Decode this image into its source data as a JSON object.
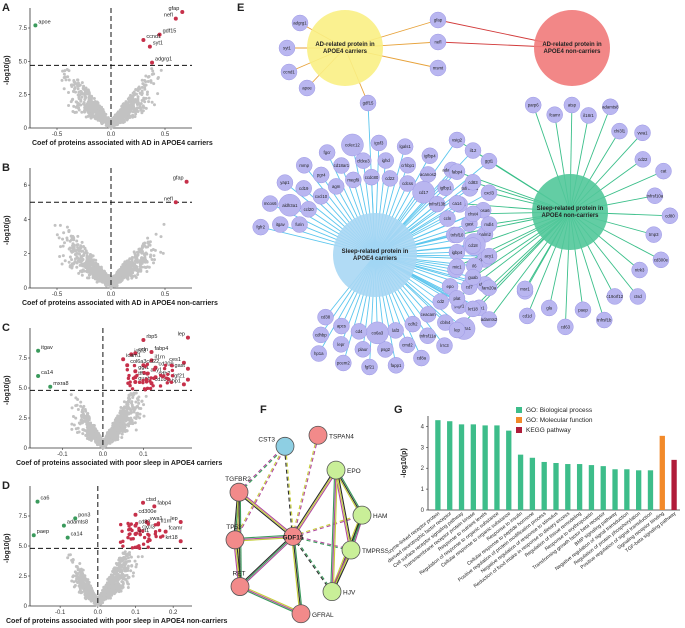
{
  "panels": {
    "A": {
      "label": "A",
      "xlabel": "Coef of proteins associated with AD in APOE4 carriers",
      "ylabel": "-log10(p)",
      "xticks": [
        "-0.5",
        "0.0",
        "0.5"
      ],
      "yticks": [
        "0",
        "2.5",
        "5.0",
        "7.5"
      ]
    },
    "B": {
      "label": "B",
      "xlabel": "Coef of proteins associated with AD in APOE4 non-carriers",
      "ylabel": "-log10(p)",
      "xticks": [
        "-0.5",
        "0.0",
        "0.5"
      ],
      "yticks": [
        "0",
        "2",
        "4",
        "6"
      ]
    },
    "C": {
      "label": "C",
      "xlabel": "Coef of proteins associated with poor sleep in APOE4 carriers",
      "ylabel": "-log10(p)",
      "xticks": [
        "-0.1",
        "0.0",
        "0.1"
      ],
      "yticks": [
        "0",
        "2.5",
        "5.0",
        "7.5"
      ]
    },
    "D": {
      "label": "D",
      "xlabel": "Coef of proteins associated with poor sleep in APOE4 non-carriers",
      "ylabel": "-log10(p)",
      "xticks": [
        "-0.1",
        "0.0",
        "0.1",
        "0.2"
      ],
      "yticks": [
        "0",
        "2.5",
        "5.0",
        "7.5"
      ]
    },
    "E": {
      "label": "E"
    },
    "F": {
      "label": "F"
    },
    "G": {
      "label": "G",
      "ylabel": "-log10(p)"
    }
  },
  "chart_data": [
    {
      "type": "scatter",
      "panel": "A",
      "xlim": [
        -0.75,
        0.75
      ],
      "ylim": [
        0,
        9
      ],
      "threshold": 4.7,
      "labels": [
        {
          "name": "gfap",
          "x": 0.66,
          "y": 8.7,
          "color": "red"
        },
        {
          "name": "nefl",
          "x": 0.6,
          "y": 8.2,
          "color": "red"
        },
        {
          "name": "apoe",
          "x": -0.7,
          "y": 7.7,
          "color": "green"
        },
        {
          "name": "gdf15",
          "x": 0.45,
          "y": 7.0,
          "color": "red"
        },
        {
          "name": "ccnd1",
          "x": 0.3,
          "y": 6.6,
          "color": "red"
        },
        {
          "name": "syt1",
          "x": 0.36,
          "y": 6.1,
          "color": "red"
        },
        {
          "name": "adgrg1",
          "x": 0.38,
          "y": 4.9,
          "color": "red"
        }
      ]
    },
    {
      "type": "scatter",
      "panel": "B",
      "xlim": [
        -0.75,
        0.75
      ],
      "ylim": [
        0,
        7
      ],
      "threshold": 5.0,
      "labels": [
        {
          "name": "gfap",
          "x": 0.7,
          "y": 6.2,
          "color": "red"
        },
        {
          "name": "nefl",
          "x": 0.6,
          "y": 5.0,
          "color": "red"
        }
      ]
    },
    {
      "type": "scatter",
      "panel": "C",
      "xlim": [
        -0.18,
        0.22
      ],
      "ylim": [
        0,
        10
      ],
      "threshold": 4.8,
      "labels": [
        {
          "name": "lep",
          "x": 0.21,
          "y": 9.2,
          "color": "red"
        },
        {
          "name": "rbp5",
          "x": 0.1,
          "y": 9.0,
          "color": "red"
        },
        {
          "name": "itgav",
          "x": -0.16,
          "y": 8.1,
          "color": "green"
        },
        {
          "name": "fabp4",
          "x": 0.12,
          "y": 8.0,
          "color": "red"
        },
        {
          "name": "igsf3",
          "x": 0.07,
          "y": 7.8,
          "color": "red"
        },
        {
          "name": "ccln",
          "x": 0.08,
          "y": 7.9,
          "color": "red"
        },
        {
          "name": "icam1",
          "x": 0.05,
          "y": 7.4,
          "color": "red"
        },
        {
          "name": "il1rn",
          "x": 0.12,
          "y": 7.3,
          "color": "red"
        },
        {
          "name": "ces1",
          "x": 0.2,
          "y": 7.1,
          "color": "red"
        },
        {
          "name": "col6a3",
          "x": 0.06,
          "y": 6.9,
          "color": "red"
        },
        {
          "name": "ccl22",
          "x": 0.1,
          "y": 6.9,
          "color": "red"
        },
        {
          "name": "cd209",
          "x": 0.13,
          "y": 6.7,
          "color": "red"
        },
        {
          "name": "gast",
          "x": 0.21,
          "y": 6.6,
          "color": "red"
        },
        {
          "name": "ggt1",
          "x": 0.08,
          "y": 6.4,
          "color": "red"
        },
        {
          "name": "acy1",
          "x": 0.11,
          "y": 6.2,
          "color": "red"
        },
        {
          "name": "ca14",
          "x": -0.16,
          "y": 6.0,
          "color": "green"
        },
        {
          "name": "tff2",
          "x": 0.08,
          "y": 5.9,
          "color": "red"
        },
        {
          "name": "cdh2",
          "x": 0.13,
          "y": 5.9,
          "color": "red"
        },
        {
          "name": "fgf21",
          "x": 0.21,
          "y": 5.7,
          "color": "red"
        },
        {
          "name": "guab",
          "x": 0.08,
          "y": 5.5,
          "color": "red"
        },
        {
          "name": "cd180",
          "x": 0.12,
          "y": 5.4,
          "color": "red"
        },
        {
          "name": "fabp1",
          "x": 0.2,
          "y": 5.3,
          "color": "red"
        },
        {
          "name": "mxra8",
          "x": -0.13,
          "y": 5.1,
          "color": "green"
        }
      ]
    },
    {
      "type": "scatter",
      "panel": "D",
      "xlim": [
        -0.18,
        0.25
      ],
      "ylim": [
        0,
        10
      ],
      "threshold": 4.8,
      "labels": [
        {
          "name": "ca6",
          "x": -0.16,
          "y": 8.7,
          "color": "green"
        },
        {
          "name": "ctsd",
          "x": 0.12,
          "y": 8.6,
          "color": "red"
        },
        {
          "name": "fabp4",
          "x": 0.15,
          "y": 8.3,
          "color": "red"
        },
        {
          "name": "pon3",
          "x": -0.06,
          "y": 7.3,
          "color": "green"
        },
        {
          "name": "cd300e",
          "x": 0.1,
          "y": 7.6,
          "color": "red"
        },
        {
          "name": "adamts8",
          "x": -0.09,
          "y": 6.7,
          "color": "green"
        },
        {
          "name": "vwa1",
          "x": 0.13,
          "y": 7.0,
          "color": "red"
        },
        {
          "name": "il1rn",
          "x": 0.16,
          "y": 6.8,
          "color": "red"
        },
        {
          "name": "lep",
          "x": 0.22,
          "y": 7.0,
          "color": "red"
        },
        {
          "name": "cd83",
          "x": 0.1,
          "y": 6.7,
          "color": "red"
        },
        {
          "name": "cxcl3",
          "x": 0.11,
          "y": 6.3,
          "color": "red"
        },
        {
          "name": "ggt1",
          "x": 0.1,
          "y": 6.0,
          "color": "red"
        },
        {
          "name": "fcamr",
          "x": 0.18,
          "y": 6.2,
          "color": "red"
        },
        {
          "name": "ca14",
          "x": -0.08,
          "y": 5.7,
          "color": "green"
        },
        {
          "name": "paep",
          "x": -0.17,
          "y": 5.9,
          "color": "green"
        },
        {
          "name": "krt18",
          "x": 0.22,
          "y": 5.4,
          "color": "red"
        }
      ]
    },
    {
      "type": "bar",
      "panel": "G",
      "categories": [
        "Enzyme-linked receptor protein",
        "Glial cell-derived neurotrophic factor receptor",
        "Cell surface receptor signaling pathway",
        "Transmembrane receptor protein kinase",
        "Response to nutrient levels",
        "Regulation of response to organic substance",
        "Cellular response to organic substance",
        "Response to insulin",
        "Cellular response to peptide hormone",
        "Positive regulation of protein modification process",
        "Negative regulation of response to stimulus",
        "Reduction of food intake in response to dietary excess",
        "Regulation of tissue remodeling",
        "Response to erythropoietin",
        "Transforming growth factor beta receptor",
        "BMP signaling pathway",
        "Negative regulation of signal transduction",
        "Regulation of protein phosphorylation",
        "Positive regulation of signal transduction",
        "Signaling receptor binding",
        "TGF-beta signaling pathway"
      ],
      "values": [
        4.3,
        4.25,
        4.1,
        4.1,
        4.05,
        4.05,
        3.8,
        2.65,
        2.5,
        2.3,
        2.25,
        2.2,
        2.2,
        2.15,
        2.1,
        1.95,
        1.95,
        1.9,
        1.9,
        3.55,
        2.4
      ],
      "groups": [
        "GO: Biological process",
        "GO: Biological process",
        "GO: Biological process",
        "GO: Biological process",
        "GO: Biological process",
        "GO: Biological process",
        "GO: Biological process",
        "GO: Biological process",
        "GO: Biological process",
        "GO: Biological process",
        "GO: Biological process",
        "GO: Biological process",
        "GO: Biological process",
        "GO: Biological process",
        "GO: Biological process",
        "GO: Biological process",
        "GO: Biological process",
        "GO: Biological process",
        "GO: Biological process",
        "GO: Molecular function",
        "KEGG pathway"
      ],
      "legend": [
        {
          "name": "GO: Biological process",
          "color": "#3dbd8a"
        },
        {
          "name": "GO: Molecular function",
          "color": "#f28a2a"
        },
        {
          "name": "KEGG pathway",
          "color": "#b01c3a"
        }
      ],
      "ylim": [
        0,
        4.5
      ],
      "yticks": [
        "0",
        "1",
        "2",
        "3",
        "4"
      ],
      "ylabel": "-log10(p)"
    }
  ],
  "network_e": {
    "hubs": [
      {
        "id": "ad_carrier",
        "label": "AD-related protein in APOE4 carriers",
        "color": "#f9ef84"
      },
      {
        "id": "ad_noncarrier",
        "label": "AD-related protein in APOE4 non-carriers",
        "color": "#f17a7a"
      },
      {
        "id": "sleep_carrier",
        "label": "Sleep-related protein in APOE4 carriers",
        "color": "#a9d7f4"
      },
      {
        "id": "sleep_noncarrier",
        "label": "Sleep-related protein in APOE4 non-carriers",
        "color": "#52c89a"
      }
    ],
    "ad_nodes": [
      "adgrg1",
      "syt1",
      "ccnd1",
      "apoe",
      "gfap",
      "nefl",
      "msmt"
    ],
    "bridge_nodes": [
      "gdf15"
    ],
    "sleep_carrier_nodes": [
      "fgfr2",
      "itgav",
      "furin",
      "mcos6",
      "aldh3a1",
      "ccl20",
      "yap1",
      "cd19",
      "cxcl10",
      "mmp",
      "pgr4",
      "agm",
      "fgcr",
      "cd18ar1",
      "megf9",
      "colec12",
      "cfdxe3",
      "ccdc80",
      "igsf3",
      "ighd",
      "cd22",
      "lgals1",
      "crhbp1",
      "cdcss",
      "igfbp4",
      "acanos2",
      "cd17",
      "adamts15",
      "igfbp1",
      "tnfrsf13b",
      "tnfrsf12a",
      "tnfrsf4",
      "ccln",
      "mosa6",
      "gast",
      "cxt4",
      "palm2",
      "angt",
      "igbp4",
      "gfrar1",
      "il6",
      "chga",
      "shisa5",
      "cd7",
      "epo",
      "fabp1",
      "ptgr1",
      "cd2",
      "sult2a1",
      "cbln4",
      "ceacam",
      "lrrc3",
      "tnfrsf11a",
      "cdh2",
      "cd8a",
      "crnd2",
      "laf3",
      "fapp1",
      "psg2",
      "co6a3",
      "fgf21",
      "plaur",
      "cd4",
      "pcem2",
      "lepr",
      "apcs",
      "hp1a",
      "cdhbp",
      "cd38"
    ],
    "shared_nodes": [
      "vsig2",
      "il12",
      "ggt1",
      "fabp4",
      "cd83",
      "cxcl3",
      "ca14",
      "chst4",
      "mdl4",
      "tnfsf10",
      "cd18",
      "acy1",
      "mic1",
      "guab",
      "fam20a",
      "plat",
      "krt18",
      "adamts2",
      "lep"
    ],
    "sleep_noncarrier_nodes": [
      "parp6",
      "fcamr",
      "atsp",
      "il18r1",
      "adamts8",
      "chi3l1",
      "vwa1",
      "cd22",
      "cat",
      "tnfrsf10a",
      "cd80",
      "tmp3",
      "cd300e",
      "ntrk3",
      "ctsd",
      "c19orf12",
      "tnfrsf1b",
      "paep",
      "cd63",
      "gla",
      "cd1d",
      "trem2",
      "msr1"
    ]
  },
  "network_f": {
    "nodes": [
      {
        "name": "CST3",
        "color": "#8ecfe3"
      },
      {
        "name": "TSPAN4",
        "color": "#f28a8a"
      },
      {
        "name": "EPO",
        "color": "#c9ef98"
      },
      {
        "name": "TGFBR2",
        "color": "#f28a8a"
      },
      {
        "name": "HAMP",
        "color": "#c9ef98"
      },
      {
        "name": "TP53",
        "color": "#f28a8a"
      },
      {
        "name": "GDF15",
        "color": "#f28a8a"
      },
      {
        "name": "TMPRSS6",
        "color": "#c9ef98"
      },
      {
        "name": "RET",
        "color": "#f28a8a"
      },
      {
        "name": "HJV",
        "color": "#c9ef98"
      },
      {
        "name": "GFRAL",
        "color": "#f28a8a"
      }
    ]
  }
}
